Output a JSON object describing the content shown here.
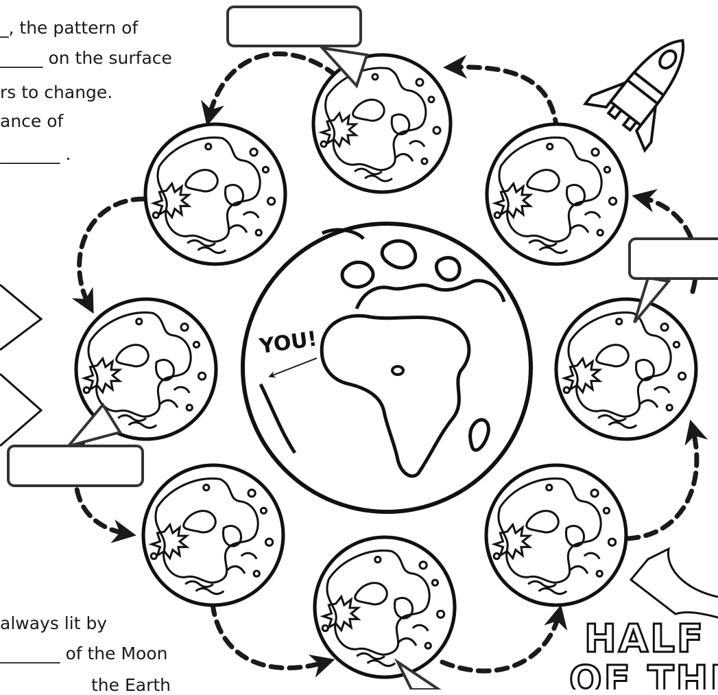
{
  "worksheet": {
    "top_text": [
      "_, the pattern of",
      "_____ on the surface",
      "rs to change.",
      "ance of",
      "_______ ."
    ],
    "bottom_text": [
      "always lit by",
      "_______ of the Moon",
      "the Earth"
    ],
    "earth_label": "YOU!",
    "half_label": "HALF",
    "half_label_2": "OF THE"
  }
}
